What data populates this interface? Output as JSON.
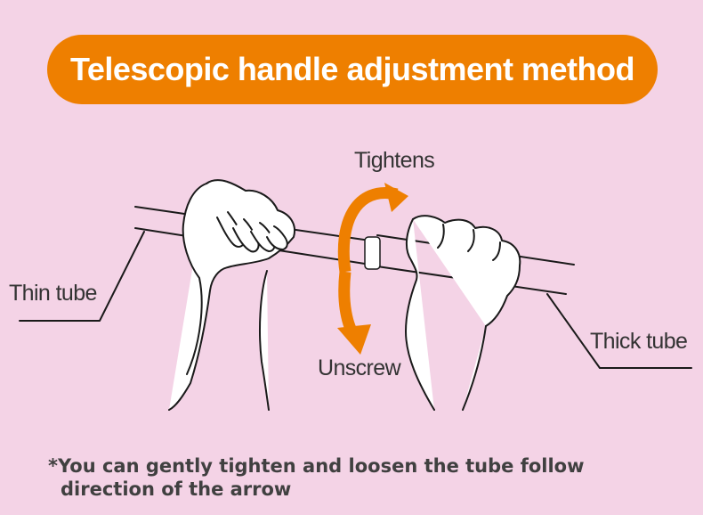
{
  "title": "Telescopic handle adjustment method",
  "labels": {
    "tightens": "Tightens",
    "unscrew": "Unscrew",
    "thin_tube": "Thin tube",
    "thick_tube": "Thick tube"
  },
  "note": {
    "line1": "*You can gently tighten and loosen the tube follow",
    "line2": "direction of the arrow"
  },
  "colors": {
    "background": "#f4d3e6",
    "accent": "#ee7f00",
    "text": "#333333"
  }
}
